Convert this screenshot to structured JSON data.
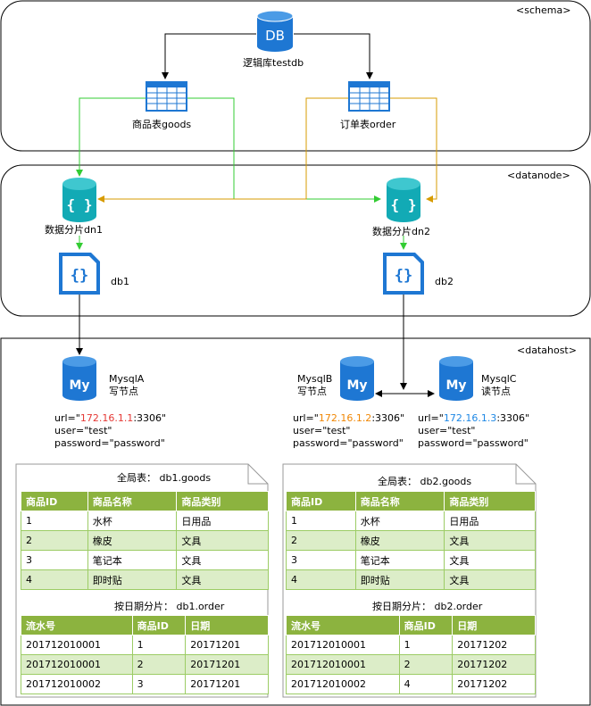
{
  "sections": {
    "schema": "<schema>",
    "datanode": "<datanode>",
    "datahost": "<datahost>"
  },
  "schema": {
    "db_icon_text": "DB",
    "db_label": "逻辑库testdb",
    "goods_label": "商品表goods",
    "order_label": "订单表order"
  },
  "datanode": {
    "dn1_label": "数据分片dn1",
    "dn2_label": "数据分片dn2",
    "db1_label": "db1",
    "db2_label": "db2",
    "dn_icon_text": "{ }",
    "db_icon_text": "{}"
  },
  "datahost": {
    "mysql_icon_text": "My",
    "hosts": [
      {
        "name": "MysqlA",
        "role": "写节点",
        "url_prefix": "url=\"",
        "ip": "172.16.1.1",
        "url_suffix": ":3306\"",
        "user": "user=\"test\"",
        "password": "password=\"password\""
      },
      {
        "name": "MysqlB",
        "role": "写节点",
        "url_prefix": "url=\"",
        "ip": "172.16.1.2",
        "url_suffix": ":3306\"",
        "user": "user=\"test\"",
        "password": "password=\"password\""
      },
      {
        "name": "MysqlC",
        "role": "读节点",
        "url_prefix": "url=\"",
        "ip": "172.16.1.3",
        "url_suffix": ":3306\"",
        "user": "user=\"test\"",
        "password": "password=\"password\""
      }
    ]
  },
  "colors": {
    "teal": "#12aab5",
    "blue": "#1e77d3",
    "green_line": "#33cc33",
    "orange_line": "#d79b00",
    "table_header": "#8cb33f",
    "table_alt": "#dcedc8",
    "ip_a": "#e53935",
    "ip_b": "#f08705",
    "ip_c": "#1e88e5"
  },
  "panels": [
    {
      "goods_title": "全局表：  db1.goods",
      "goods_headers": [
        "商品ID",
        "商品名称",
        "商品类别"
      ],
      "goods_rows": [
        [
          "1",
          "水杯",
          "日用品"
        ],
        [
          "2",
          "橡皮",
          "文具"
        ],
        [
          "3",
          "笔记本",
          "文具"
        ],
        [
          "4",
          "即时贴",
          "文具"
        ]
      ],
      "order_title": "按日期分片：  db1.order",
      "order_headers": [
        "流水号",
        "商品ID",
        "日期"
      ],
      "order_rows": [
        [
          "201712010001",
          "1",
          "20171201"
        ],
        [
          "201712010001",
          "2",
          "20171201"
        ],
        [
          "201712010002",
          "3",
          "20171201"
        ]
      ]
    },
    {
      "goods_title": "全局表：  db2.goods",
      "goods_headers": [
        "商品ID",
        "商品名称",
        "商品类别"
      ],
      "goods_rows": [
        [
          "1",
          "水杯",
          "日用品"
        ],
        [
          "2",
          "橡皮",
          "文具"
        ],
        [
          "3",
          "笔记本",
          "文具"
        ],
        [
          "4",
          "即时贴",
          "文具"
        ]
      ],
      "order_title": "按日期分片：  db2.order",
      "order_headers": [
        "流水号",
        "商品ID",
        "日期"
      ],
      "order_rows": [
        [
          "201712010001",
          "1",
          "20171202"
        ],
        [
          "201712010001",
          "2",
          "20171202"
        ],
        [
          "201712010002",
          "4",
          "20171202"
        ]
      ]
    }
  ]
}
